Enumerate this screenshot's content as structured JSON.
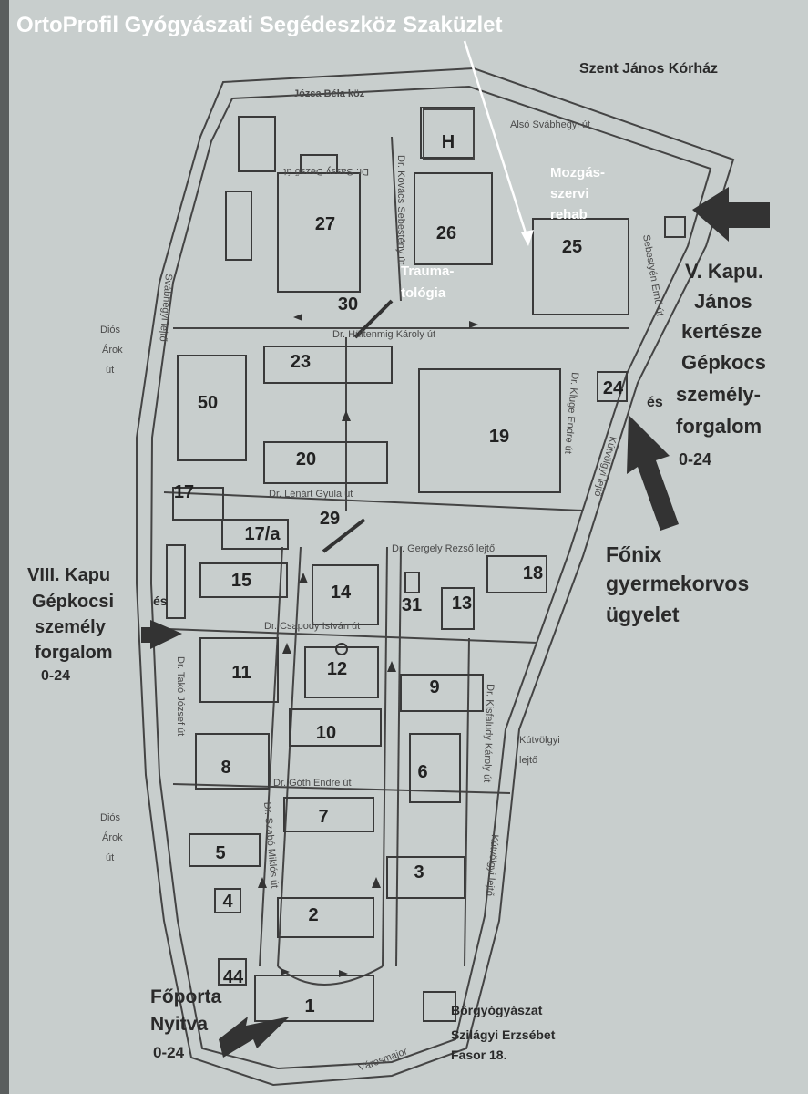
{
  "title": "OrtoProfil Gyógyászati Segédeszköz Szaküzlet",
  "top_right_label": "Szent János Kórház",
  "streets": {
    "jozsa": "Józsa Béla köz",
    "also_svab": "Alsó Svábhegyi út",
    "dios_1": [
      "Diós",
      "Árok",
      "út"
    ],
    "dios_2": [
      "Diós",
      "Árok",
      "út"
    ],
    "kutvolgyi_lejto": [
      "Kútvölgyi",
      "lejtő"
    ],
    "hinel": "Dr. Hültenmig Károly út",
    "lenart": "Dr. Lénárt Gyula út",
    "csapody": "Dr. Csapody István út",
    "goth": "Dr. Góth Endre út",
    "takó": "Dr. Takó József út",
    "klupe": "Dr. Kluge Endre út",
    "kutvolgyi_side": "Kútvölgyi lejtő",
    "kutvolgyi_side2": "Kútvölgyi lejtő",
    "szabo": "Dr. Szabó Miklós út",
    "gergely": "Dr. Gergely Rezső lejtő",
    "kisfaludy": "Dr. Kisfaludy Károly út",
    "sassy": "Dr. Sassy Dezső út",
    "kovacs": "Dr. Kovács Sebestény út",
    "svab_lejto": "Svábhegyi lejtő",
    "varos": "Városmajor",
    "sebestyen": "Sebestyén Ernő út"
  },
  "annotations": {
    "mozgas": [
      "Mozgás-",
      "szervi",
      "rehab"
    ],
    "trauma": [
      "Trauma-",
      "tológia"
    ]
  },
  "gates": {
    "v_kapu": [
      "V. Kapu.",
      "János",
      "kertésze",
      "Gépkocs",
      "személy-",
      "forgalom",
      "0-24"
    ],
    "v_kapu_es": "és",
    "viii_kapu": [
      "VIII. Kapu",
      "Gépkocsi",
      "személy",
      "forgalom",
      "0-24"
    ],
    "viii_kapu_es": "és",
    "foporta": [
      "Főporta",
      "Nyitva",
      "0-24"
    ],
    "fonix": [
      "Főnix",
      "gyermekorvos",
      "ügyelet"
    ]
  },
  "dermatology": [
    "Bőrgyógyászat",
    "Szilágyi Erzsébet",
    "Fasor 18."
  ],
  "building_numbers": [
    "27",
    "26",
    "25",
    "30",
    "23",
    "50",
    "24",
    "19",
    "20",
    "17",
    "17/a",
    "29",
    "18",
    "15",
    "14",
    "31",
    "13",
    "11",
    "12",
    "9",
    "10",
    "8",
    "6",
    "7",
    "5",
    "3",
    "4",
    "2",
    "44",
    "1",
    "H"
  ]
}
